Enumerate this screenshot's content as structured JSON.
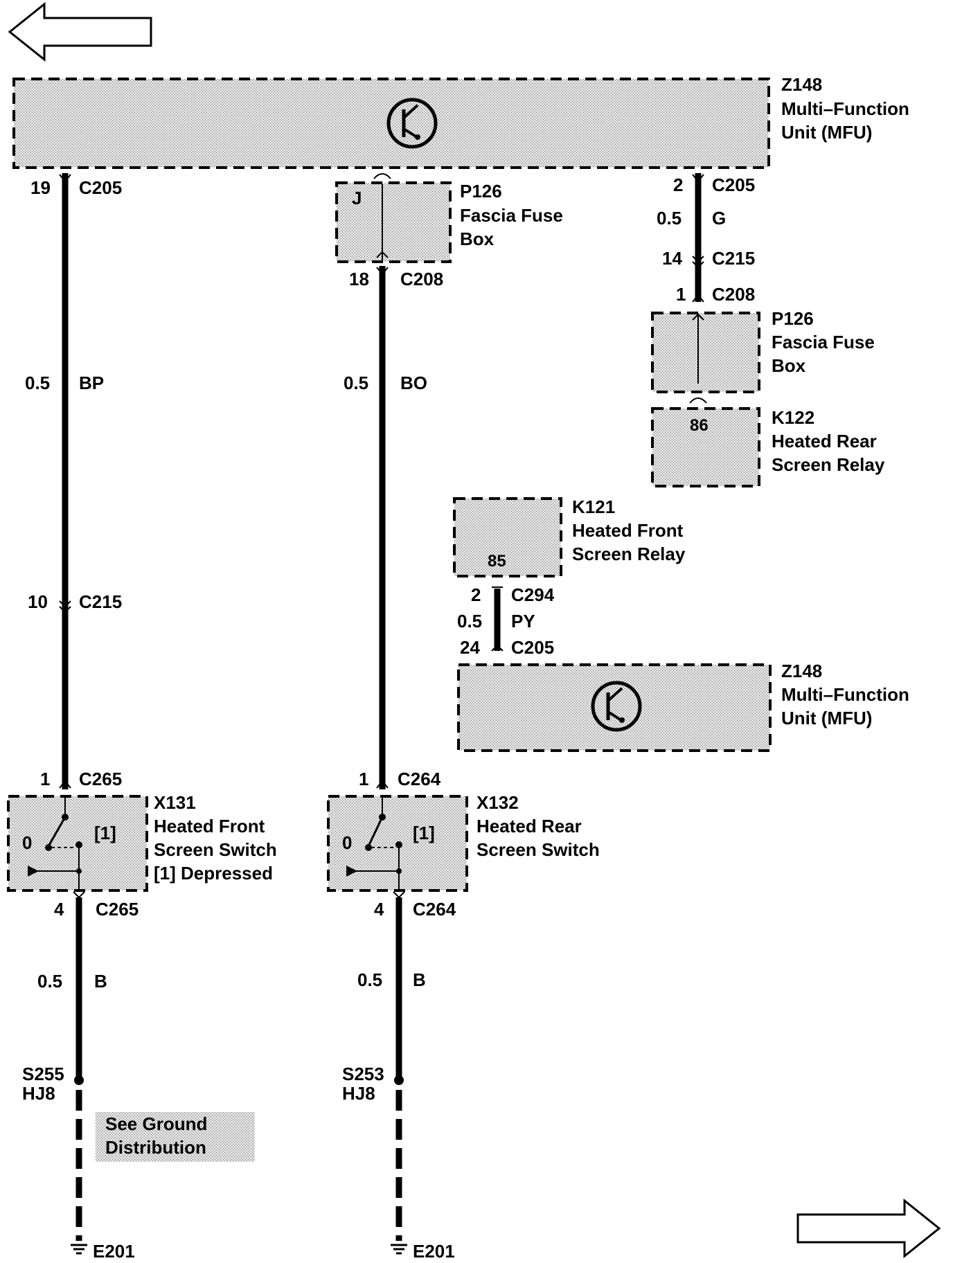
{
  "nav": {
    "prev_icon": "left-arrow-icon",
    "next_icon": "right-arrow-icon"
  },
  "mfu_top": {
    "id": "Z148",
    "line1": "Multi–Function",
    "line2": "Unit (MFU)"
  },
  "mfu_bottom": {
    "id": "Z148",
    "line1": "Multi–Function",
    "line2": "Unit (MFU)"
  },
  "fusebox_mid": {
    "id": "P126",
    "line1": "Fascia Fuse",
    "line2": "Box",
    "pin": "J"
  },
  "fusebox_right": {
    "id": "P126",
    "line1": "Fascia Fuse",
    "line2": "Box"
  },
  "relay_rear": {
    "id": "K122",
    "line1": "Heated Rear",
    "line2": "Screen Relay",
    "pin": "86"
  },
  "relay_front": {
    "id": "K121",
    "line1": "Heated Front",
    "line2": "Screen Relay",
    "pin": "85"
  },
  "switch_front": {
    "id": "X131",
    "line1": "Heated Front",
    "line2": "Screen Switch",
    "line3": "[1] Depressed",
    "pos0": "0",
    "pos1": "[1]"
  },
  "switch_rear": {
    "id": "X132",
    "line1": "Heated Rear",
    "line2": "Screen Switch",
    "pos0": "0",
    "pos1": "[1]"
  },
  "wire_bp": {
    "top_pin": "19",
    "top_conn": "C205",
    "size": "0.5",
    "color": "BP",
    "mid_pin": "10",
    "mid_conn": "C215",
    "bottom_pin": "1",
    "bottom_conn": "C265"
  },
  "wire_bo": {
    "top_pin": "18",
    "top_conn": "C208",
    "size": "0.5",
    "color": "BO",
    "bottom_pin": "1",
    "bottom_conn": "C264"
  },
  "wire_g": {
    "top_pin": "2",
    "top_conn": "C205",
    "size": "0.5",
    "color": "G",
    "mid_pin": "14",
    "mid_conn": "C215",
    "bottom_pin": "1",
    "bottom_conn": "C208"
  },
  "wire_py": {
    "top_pin": "2",
    "top_conn": "C294",
    "size": "0.5",
    "color": "PY",
    "bottom_pin": "24",
    "bottom_conn": "C205"
  },
  "ground_front": {
    "pin": "4",
    "conn": "C265",
    "size": "0.5",
    "color": "B",
    "splice": "S255",
    "splice_sub": "HJ8",
    "ground": "E201"
  },
  "ground_rear": {
    "pin": "4",
    "conn": "C264",
    "size": "0.5",
    "color": "B",
    "splice": "S253",
    "splice_sub": "HJ8",
    "ground": "E201"
  },
  "note": {
    "line1": "See Ground",
    "line2": "Distribution"
  }
}
